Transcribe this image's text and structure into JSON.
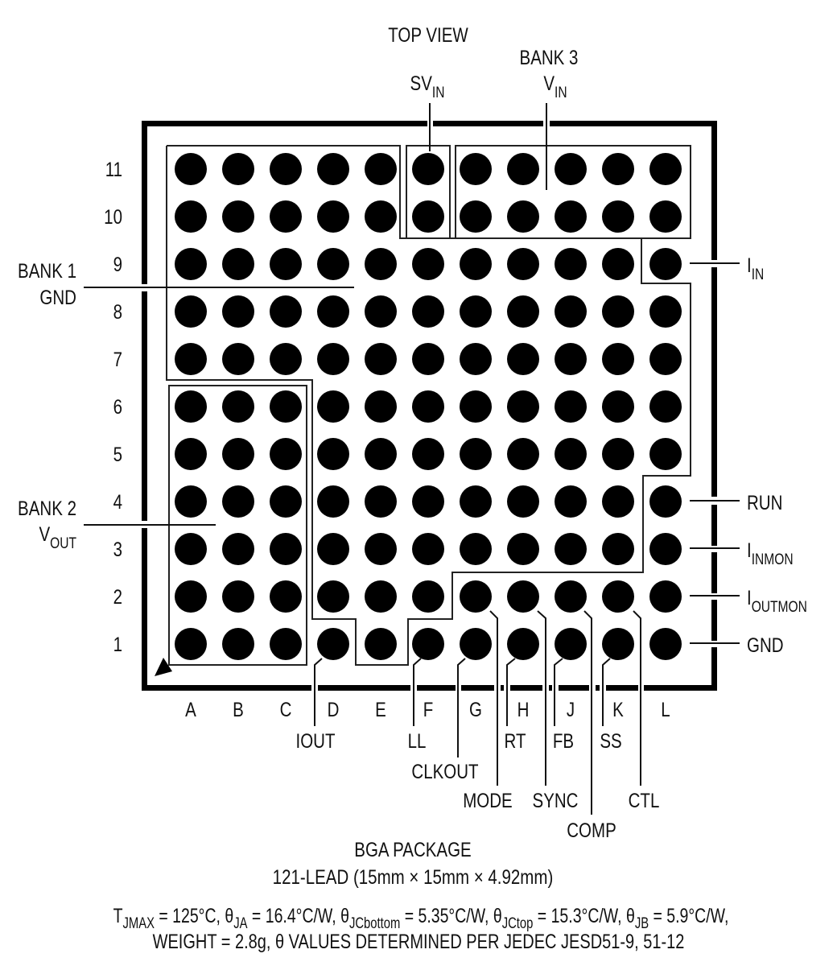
{
  "title": "TOP VIEW",
  "package": {
    "name": "BGA PACKAGE",
    "dimensions": "121-LEAD (15mm × 15mm × 4.92mm)"
  },
  "thermal": {
    "tjmax": {
      "sym": "T",
      "sub": "JMAX",
      "val": " = 125°C,"
    },
    "theta_ja": {
      "sym": "θ",
      "sub": "JA",
      "val": " = 16.4°C/W,"
    },
    "theta_jcbottom": {
      "sym": "θ",
      "sub": "JCbottom",
      "val": " = 5.35°C/W,"
    },
    "theta_jctop": {
      "sym": "θ",
      "sub": "JCtop",
      "val": " = 15.3°C/W,"
    },
    "theta_jb": {
      "sym": "θ",
      "sub": "JB",
      "val": " = 5.9°C/W,"
    },
    "line2": "WEIGHT = 2.8g, θ VALUES DETERMINED PER JEDEC JESD51-9, 51-12"
  },
  "columns": [
    "A",
    "B",
    "C",
    "D",
    "E",
    "F",
    "G",
    "H",
    "J",
    "K",
    "L"
  ],
  "rows": [
    "11",
    "10",
    "9",
    "8",
    "7",
    "6",
    "5",
    "4",
    "3",
    "2",
    "1"
  ],
  "banks": {
    "bank1": {
      "line1": "BANK 1",
      "line2": "GND"
    },
    "bank2": {
      "line1": "BANK 2",
      "sym": "V",
      "sub": "OUT"
    },
    "bank3": {
      "line1": "BANK 3",
      "sym": "V",
      "sub": "IN"
    }
  },
  "top_pins": {
    "svin": {
      "sym": "SV",
      "sub": "IN"
    }
  },
  "right_pins": {
    "iin": {
      "sym": "I",
      "sub": "IN",
      "pin": "L9"
    },
    "run": {
      "label": "RUN",
      "pin": "L4"
    },
    "iinmon": {
      "sym": "I",
      "sub": "INMON",
      "pin": "L3"
    },
    "ioutmon": {
      "sym": "I",
      "sub": "OUTMON",
      "pin": "L2"
    },
    "gnd": {
      "label": "GND",
      "pin": "L1"
    }
  },
  "bottom_pins": {
    "iout": "IOUT",
    "ll": "LL",
    "clkout": "CLKOUT",
    "mode": "MODE",
    "rt": "RT",
    "sync": "SYNC",
    "fb": "FB",
    "comp": "COMP",
    "ss": "SS",
    "ctl": "CTL"
  }
}
